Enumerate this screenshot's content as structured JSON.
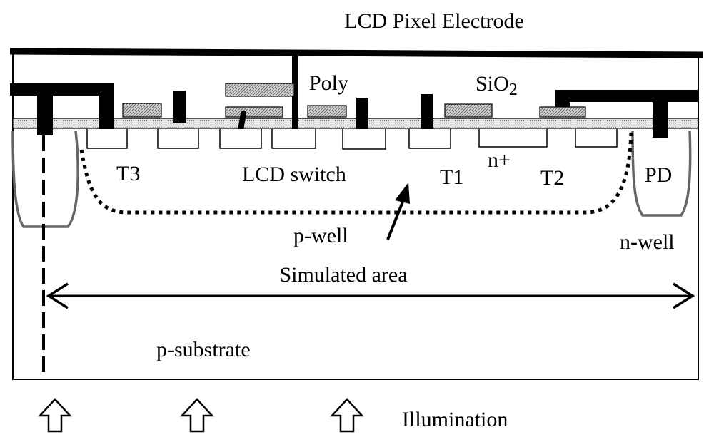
{
  "title": "LCD Pixel Electrode",
  "labels": {
    "poly": "Poly",
    "sio2_base": "SiO",
    "sio2_sub": "2",
    "t3": "T3",
    "lcd_switch": "LCD switch",
    "t1": "T1",
    "n_plus": "n+",
    "t2": "T2",
    "pd": "PD",
    "p_well": "p-well",
    "n_well": "n-well",
    "simulated_area": "Simulated area",
    "p_substrate": "p-substrate",
    "illumination": "Illumination"
  },
  "colors": {
    "metal": "#000000",
    "poly_fill": "#c8c8c8",
    "oxide_fill": "#d9d9d9",
    "well_outline": "#666666"
  }
}
